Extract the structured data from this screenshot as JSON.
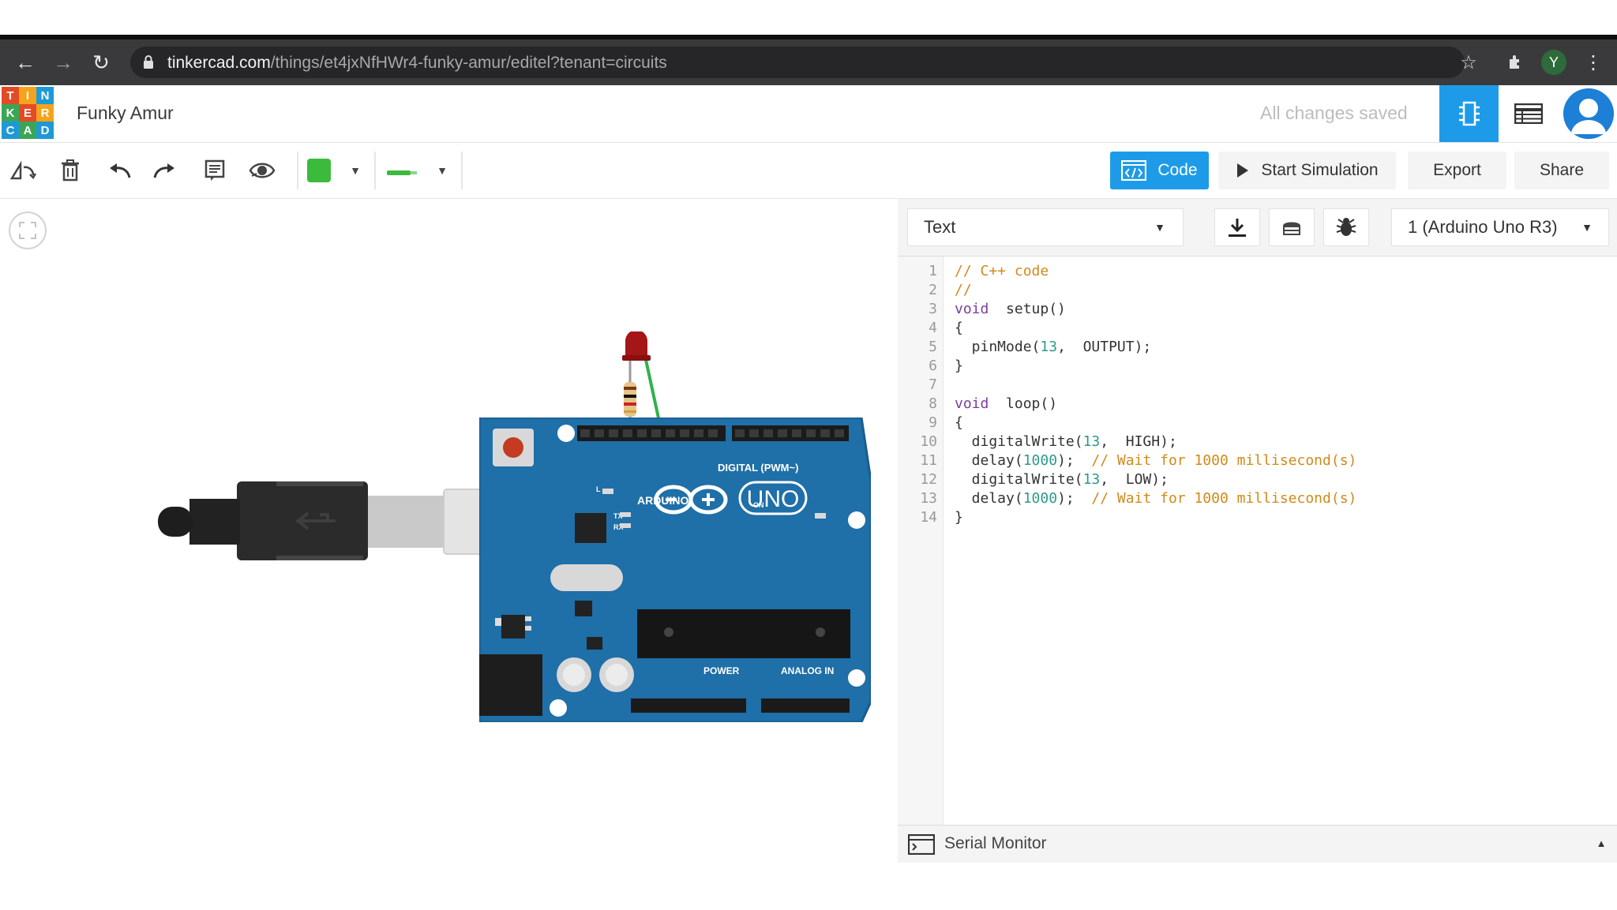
{
  "browser": {
    "url_domain": "tinkercad.com",
    "url_path": "/things/et4jxNfHWr4-funky-amur/editel?tenant=circuits",
    "profile_initial": "Y"
  },
  "logo": {
    "letters": [
      "T",
      "I",
      "N",
      "K",
      "E",
      "R",
      "C",
      "A",
      "D"
    ],
    "colors": [
      "#e24b26",
      "#f6a31b",
      "#1d9ad6",
      "#3aa655",
      "#e24b26",
      "#f6a31b",
      "#1d9ad6",
      "#3aa655",
      "#1d9ad6"
    ]
  },
  "header": {
    "project_name": "Funky Amur",
    "save_status": "All changes saved"
  },
  "toolbar": {
    "code_label": "Code",
    "start_simulation_label": "Start Simulation",
    "export_label": "Export",
    "share_label": "Share",
    "color_swatch": "#3cba3c"
  },
  "code_panel": {
    "mode": "Text",
    "device": "1 (Arduino Uno R3)",
    "serial_monitor": "Serial Monitor",
    "line_numbers": [
      "1",
      "2",
      "3",
      "4",
      "5",
      "6",
      "7",
      "8",
      "9",
      "10",
      "11",
      "12",
      "13",
      "14"
    ]
  },
  "board": {
    "brand": "ARDUINO",
    "model": "UNO",
    "digital_label": "DIGITAL (PWM~)",
    "power_label": "POWER",
    "analog_label": "ANALOG IN",
    "on_label": "ON",
    "tx_label": "TX",
    "rx_label": "RX",
    "l_label": "L",
    "color": "#1f6fa8"
  }
}
